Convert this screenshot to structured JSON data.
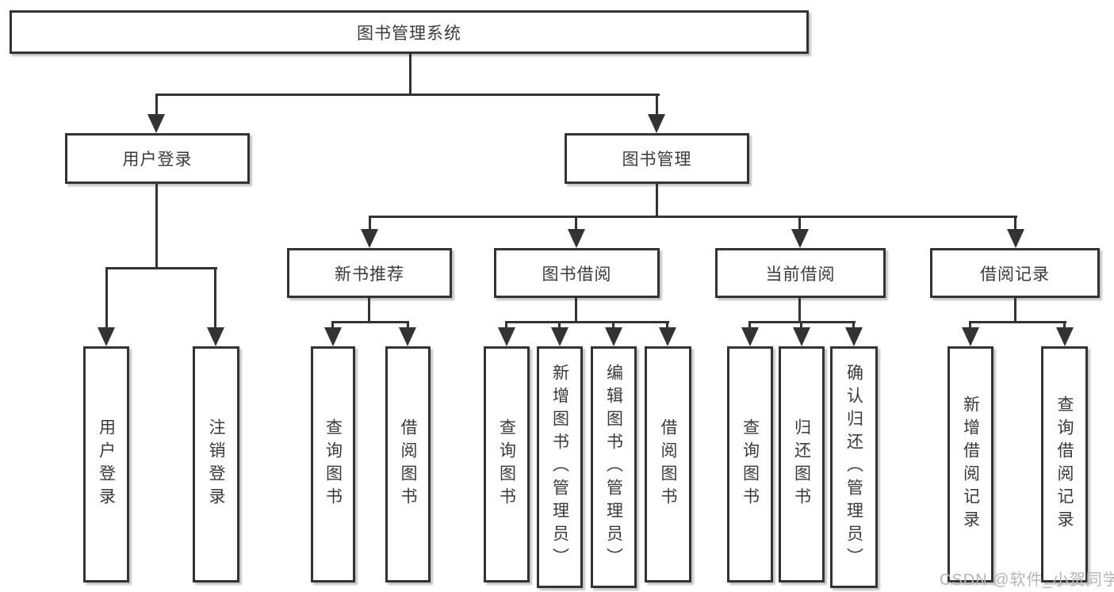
{
  "colors": {
    "line": "#333333",
    "text": "#3a3a3a",
    "box_background": "#ffffff",
    "watermark": "#b5b5b5"
  },
  "tree": {
    "root": {
      "label": "图书管理系统"
    },
    "branches": [
      {
        "label": "用户登录",
        "children": [
          {
            "label": "用户登录"
          },
          {
            "label": "注销登录"
          }
        ]
      },
      {
        "label": "图书管理",
        "children": [
          {
            "label": "新书推荐",
            "children": [
              {
                "label": "查询图书"
              },
              {
                "label": "借阅图书"
              }
            ]
          },
          {
            "label": "图书借阅",
            "children": [
              {
                "label": "查询图书"
              },
              {
                "label": "新增图书（管理员）"
              },
              {
                "label": "编辑图书（管理员）"
              },
              {
                "label": "借阅图书"
              }
            ]
          },
          {
            "label": "当前借阅",
            "children": [
              {
                "label": "查询图书"
              },
              {
                "label": "归还图书"
              },
              {
                "label": "确认归还（管理员）"
              }
            ]
          },
          {
            "label": "借阅记录",
            "children": [
              {
                "label": "新增借阅记录"
              },
              {
                "label": "查询借阅记录"
              }
            ]
          }
        ]
      }
    ]
  },
  "watermark": "CSDN @软件_小贺同学"
}
